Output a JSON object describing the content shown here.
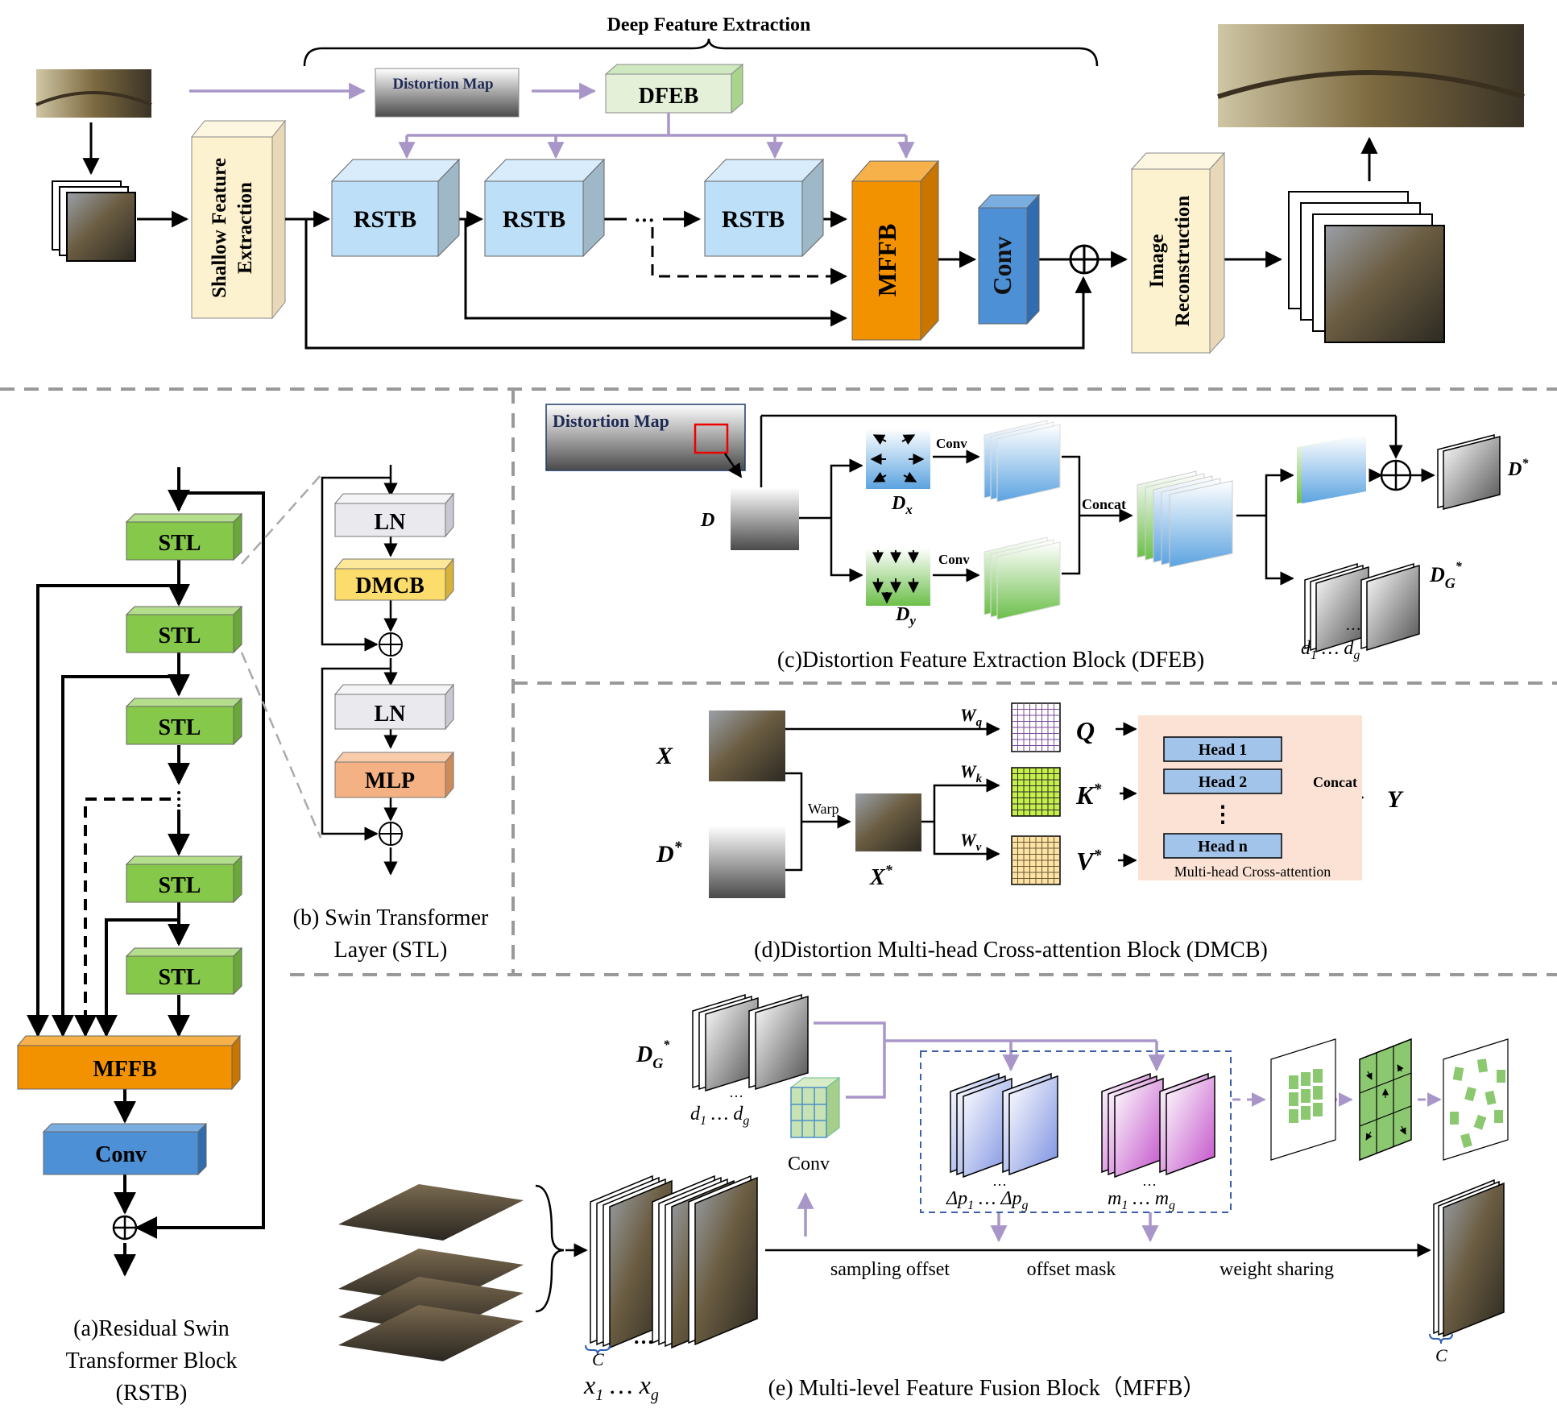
{
  "top": {
    "deep_feature_extraction": "Deep Feature Extraction",
    "distortion_map": "Distortion Map",
    "dfeb": "DFEB",
    "shallow_feature_extraction_1": "Shallow Feature",
    "shallow_feature_extraction_2": "Extraction",
    "rstb": "RSTB",
    "ellipsis": "···",
    "mffb": "MFFB",
    "conv": "Conv",
    "image_reconstruction_1": "Image",
    "image_reconstruction_2": "Reconstruction"
  },
  "panel_a": {
    "stl": "STL",
    "mffb": "MFFB",
    "conv": "Conv",
    "caption_1": "(a)Residual Swin",
    "caption_2": "Transformer Block",
    "caption_3": "(RSTB)"
  },
  "panel_b": {
    "ln": "LN",
    "dmcb": "DMCB",
    "mlp": "MLP",
    "caption_1": "(b) Swin Transformer",
    "caption_2": "Layer (STL)"
  },
  "panel_c": {
    "distortion_map": "Distortion Map",
    "d": "D",
    "dx": "D",
    "dx_sub": "x",
    "dy": "D",
    "dy_sub": "y",
    "conv": "Conv",
    "concat": "Concat",
    "dstar": "D",
    "star": "*",
    "dg": "D",
    "dg_sub": "G",
    "d1dg": "d",
    "d1dg_1": "1",
    "d1dg_mid": " … d",
    "d1dg_g": "g",
    "caption": "(c)Distortion Feature Extraction Block (DFEB)"
  },
  "panel_d": {
    "x": "X",
    "dstar": "D",
    "star": "*",
    "warp": "Warp",
    "xstar": "X",
    "wq": "W",
    "wq_sub": "q",
    "wk": "W",
    "wk_sub": "k",
    "wv": "W",
    "wv_sub": "v",
    "q": "Q",
    "k": "K",
    "v": "V",
    "head1": "Head 1",
    "head2": "Head 2",
    "vdots": "⋮",
    "headn": "Head n",
    "concat": "Concat",
    "y": "Y",
    "mhca": "Multi-head Cross-attention",
    "caption": "(d)Distortion Multi-head Cross-attention Block (DMCB)"
  },
  "panel_e": {
    "dg": "D",
    "dg_sub": "G",
    "star": "*",
    "d1": "d",
    "d1_sub": "1",
    "dots": " … ",
    "dg_lower": "d",
    "dg_lower_sub": "g",
    "conv": "Conv",
    "dp1": "Δp",
    "dp1_sub": "1",
    "dpg": "Δp",
    "dpg_sub": "g",
    "m1": "m",
    "m1_sub": "1",
    "mg": "m",
    "mg_sub": "g",
    "sampling_offset": "sampling offset",
    "offset_mask": "offset mask",
    "weight_sharing": "weight sharing",
    "c_label": "C",
    "x1": "x",
    "x1_sub": "1",
    "xg": "x",
    "xg_sub": "g",
    "caption": "(e) Multi-level Feature Fusion Block（MFFB）"
  },
  "colors": {
    "lavender": "#a996c9",
    "rstb_face": "#bde0f8",
    "yellow_box": "#fdf2cf",
    "orange": "#f39200",
    "conv_blue": "#4d90d6",
    "stl_green": "#86c84a",
    "dfeb_green": "#e4f1d8",
    "dmcb_yellow": "#fcdc6a",
    "mlp_orange": "#f4b183",
    "ln_gray": "#e9e9ee",
    "head_blue": "#a2c4ea",
    "mhca_bg": "#fbe2d5"
  }
}
